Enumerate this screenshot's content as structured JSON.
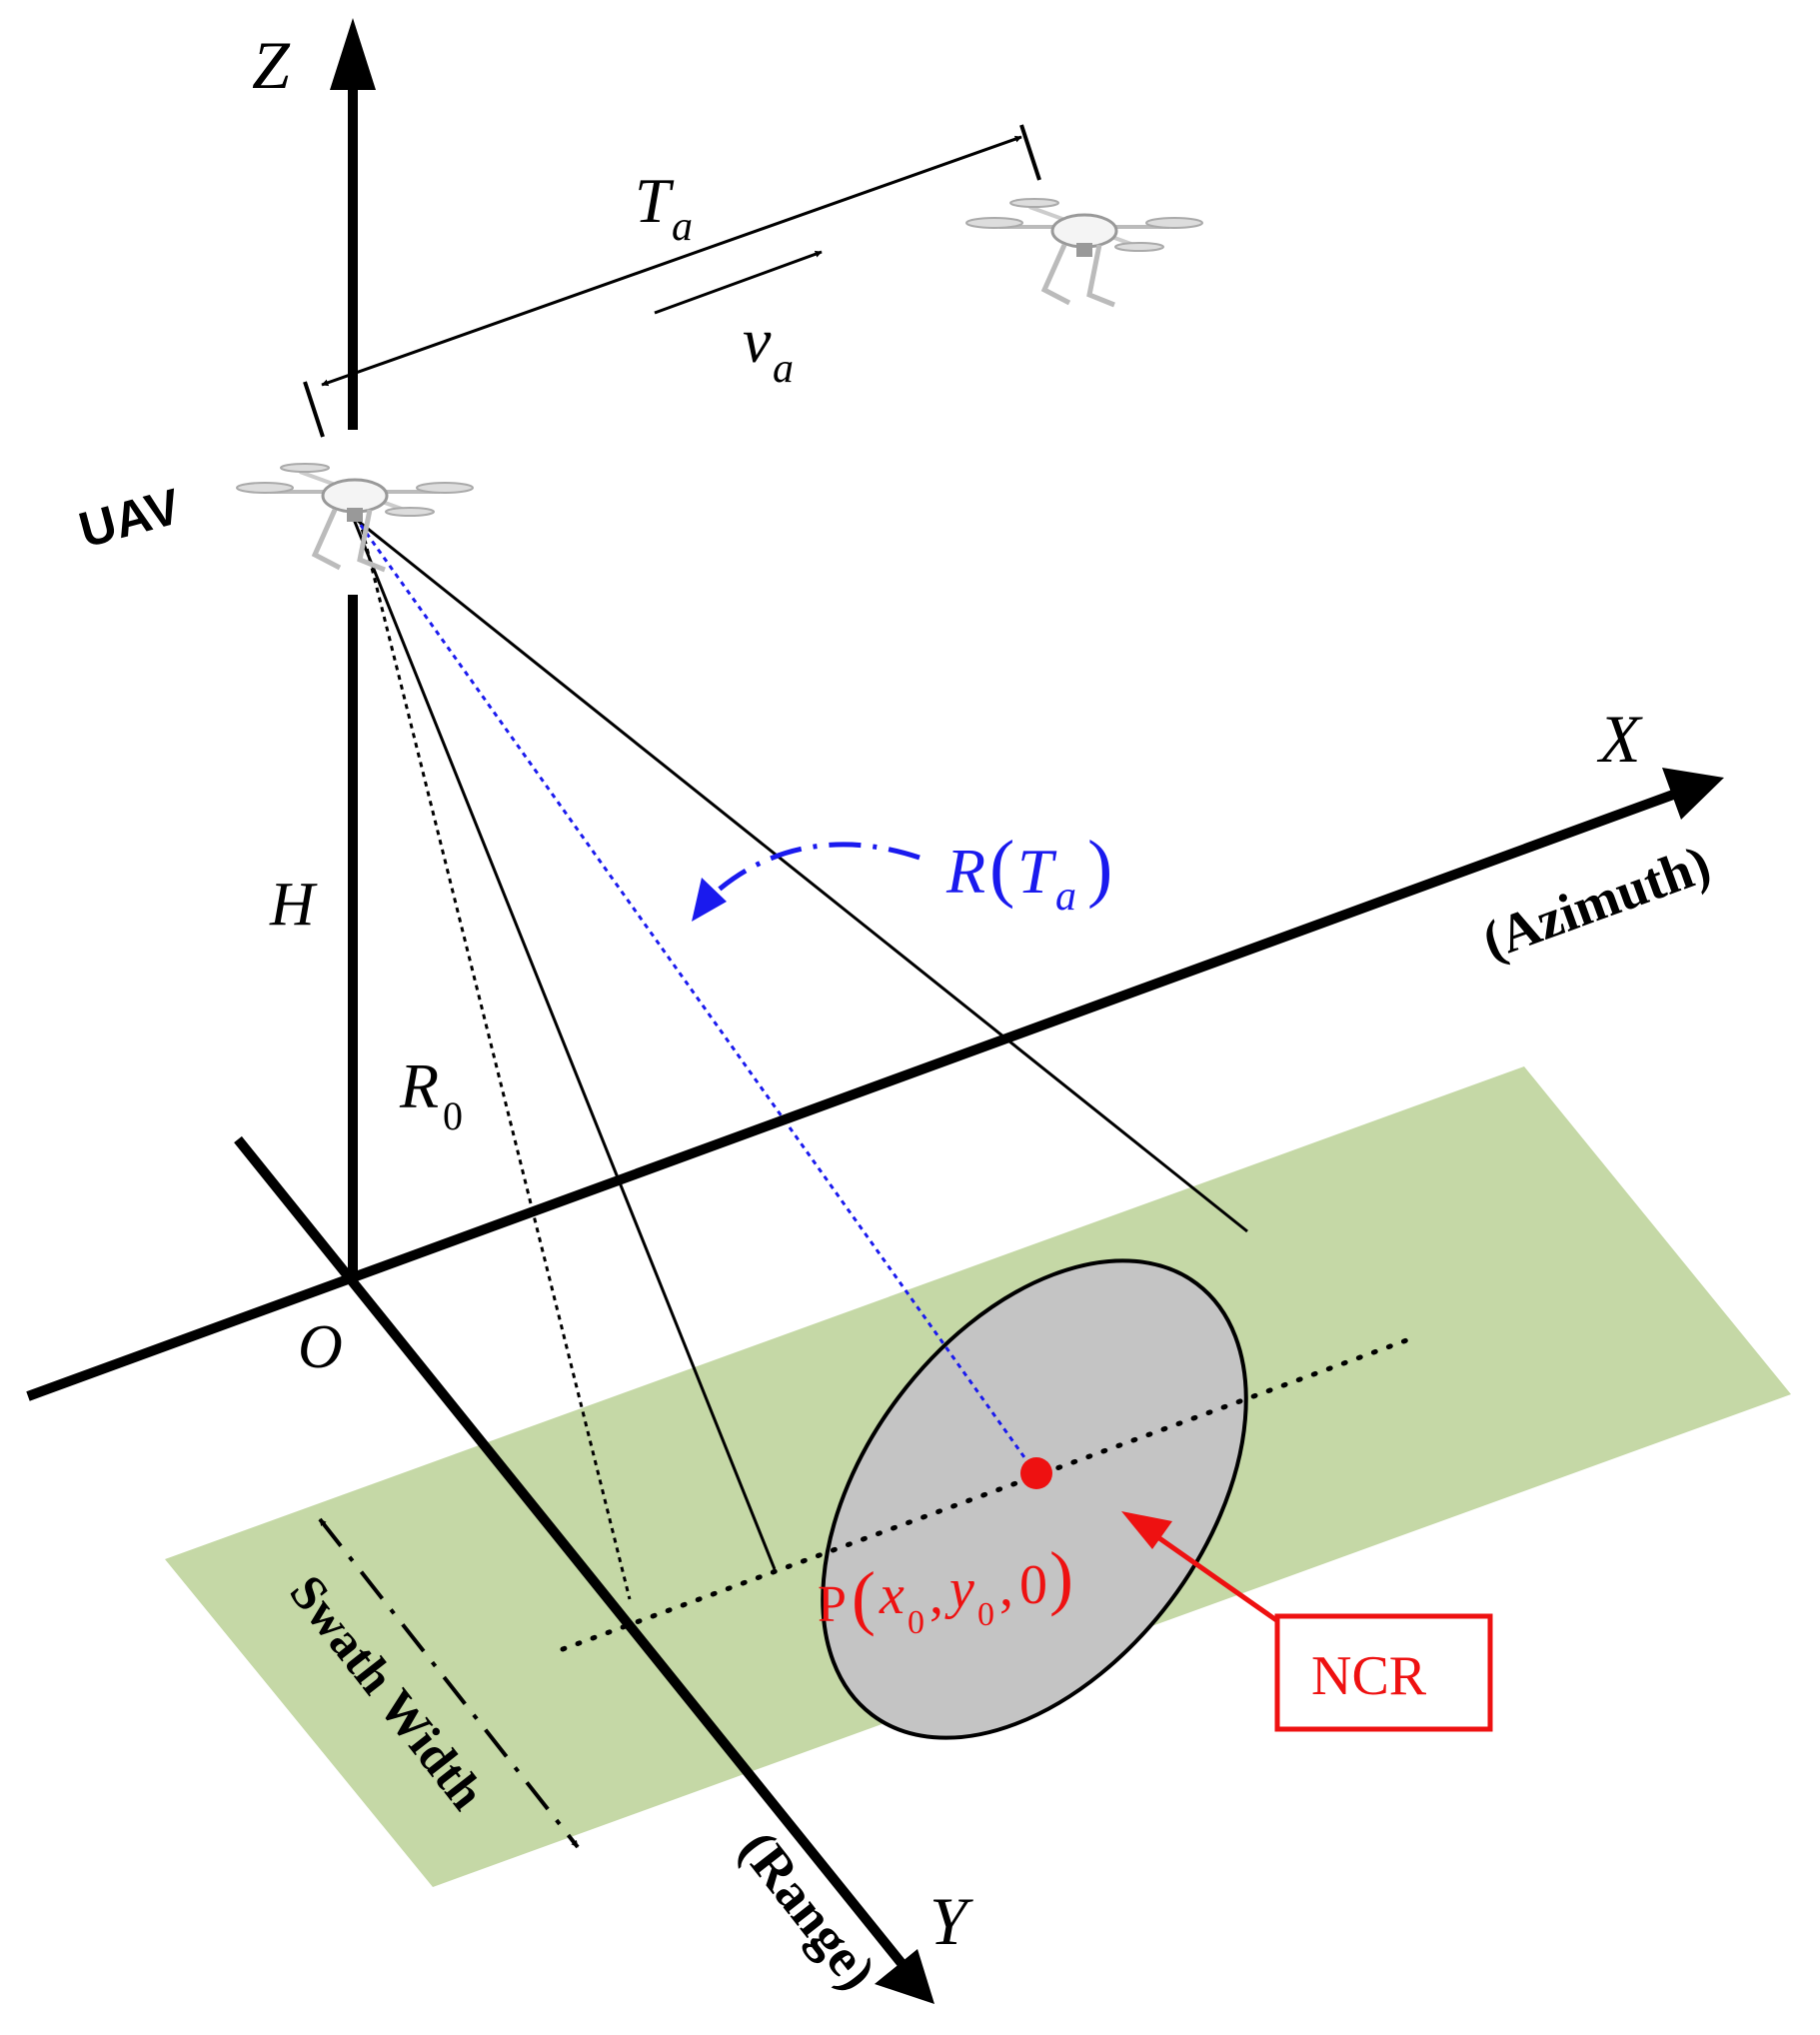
{
  "axes": {
    "z_label": "Z",
    "x_label": "X",
    "y_label": "Y",
    "origin_label": "O",
    "x_caption": "(Azimuth)",
    "y_caption": "(Range)"
  },
  "labels": {
    "uav": "UAV",
    "height": "H",
    "r0_main": "R",
    "r0_sub": "0",
    "ta_main": "T",
    "ta_sub": "a",
    "va_main": "v",
    "va_sub": "a",
    "swath": "Swath Width"
  },
  "range_eq": {
    "r": "R",
    "lparen": "(",
    "t": "T",
    "sub": "a",
    "rparen": ")"
  },
  "target": {
    "p": "P",
    "lparen": "(",
    "x": "x",
    "x_sub": "0",
    "comma1": ",",
    "y": "y",
    "y_sub": "0",
    "comma2": ",",
    "zero": "0",
    "rparen": ")"
  },
  "ncr": {
    "label": "NCR"
  },
  "colors": {
    "ground": "#c5d8a6",
    "footprint": "#c4c4c4",
    "range_line": "#1a1aee",
    "target": "#ee1111",
    "axis": "#000000"
  }
}
